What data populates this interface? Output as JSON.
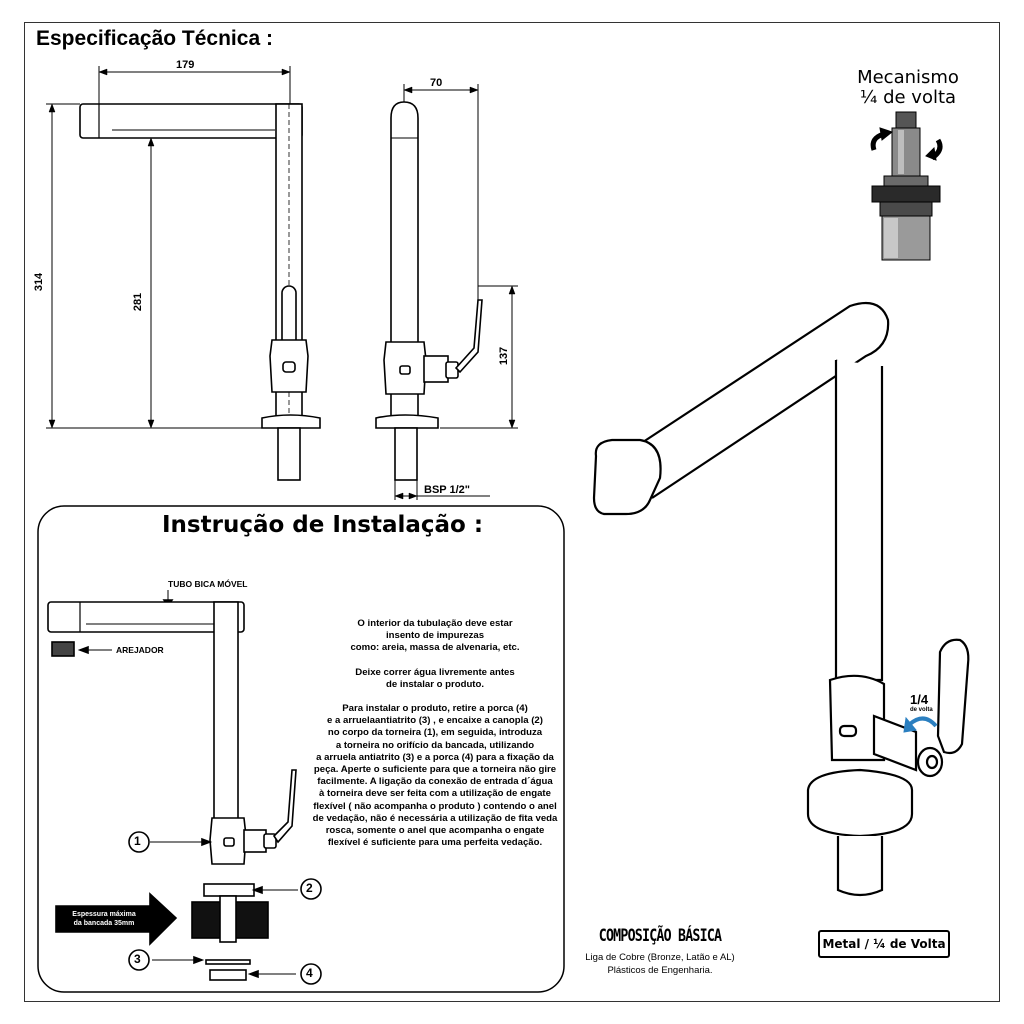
{
  "spec": {
    "title": "Especificação Técnica :",
    "dimensions": {
      "width_top": "179",
      "height_total": "314",
      "height_inner": "281",
      "side_width": "70",
      "side_height": "137",
      "thread": "BSP 1/2\""
    }
  },
  "mechanism": {
    "line1": "Mecanismo",
    "line2": "¼ de volta"
  },
  "product_view": {
    "quarter_label": "1/4",
    "quarter_sub": "de volta"
  },
  "installation": {
    "title": "Instrução de Instalação :",
    "labels": {
      "tube": "TUBO BICA MÓVEL",
      "aerator": "AREJADOR",
      "thickness": "Espessura máxima\nda bancada 35mm"
    },
    "callouts": [
      "1",
      "2",
      "3",
      "4"
    ],
    "paragraphs": [
      "O interior da tubulação deve estar\ninsento de impurezas\ncomo: areia, massa de alvenaria, etc.",
      "Deixe correr água livremente antes\nde instalar o produto.",
      "Para instalar o produto, retire a porca (4)\ne a arruelaantiatrito (3) , e encaixe a canopla (2)\nno corpo da torneira (1), em seguida, introduza\na torneira no orifício da bancada, utilizando\na arruela antiatrito (3) e a porca (4) para a fixação da\npeça. Aperte o suficiente para que a torneira não gire\nfacilmente. A ligação da conexão de entrada d´água\nà torneira deve ser feita com a utilização de engate\nflexível ( não acompanha o produto ) contendo o anel\nde vedação, não é necessária a utilização de fita veda\nrosca, somente o anel que acompanha o engate\nflexível é suficiente para uma  perfeita vedação."
    ]
  },
  "composition": {
    "title": "COMPOSIÇÃO BÁSICA",
    "line1": "Liga de Cobre (Bronze, Latão e AL)",
    "line2": "Plásticos de Engenharia."
  },
  "badge": "Metal / ¼ de Volta"
}
